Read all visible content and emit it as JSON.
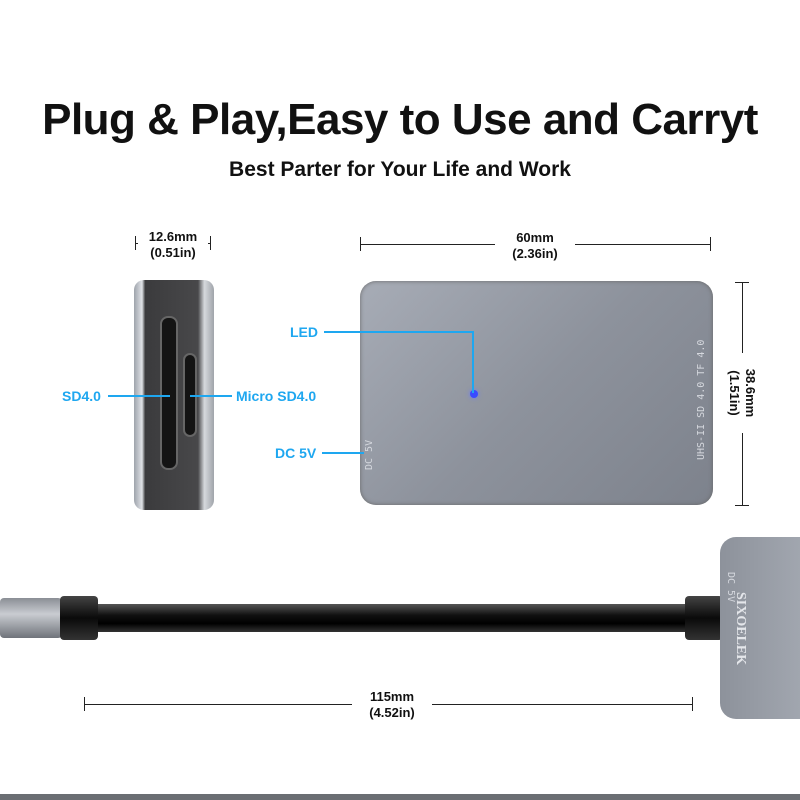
{
  "header": {
    "title": "Plug & Play,Easy to Use and Carryt",
    "subtitle": "Best Parter for Your Life and Work"
  },
  "dimensions": {
    "side_width": {
      "mm": "12.6mm",
      "in": "(0.51in)"
    },
    "top_width": {
      "mm": "60mm",
      "in": "(2.36in)"
    },
    "top_height": {
      "mm": "38.6mm",
      "in": "(1.51in)"
    },
    "cable_length": {
      "mm": "115mm",
      "in": "(4.52in)"
    }
  },
  "callouts": {
    "sd": "SD4.0",
    "micro_sd": "Micro SD4.0",
    "led": "LED",
    "dc": "DC 5V"
  },
  "device_print": {
    "slots": "UHS-II SD 4.0  TF 4.0",
    "dc": "DC 5V",
    "brand": "SIXOELEK"
  },
  "colors": {
    "accent": "#1ea7f0",
    "led": "#3a4bff"
  }
}
